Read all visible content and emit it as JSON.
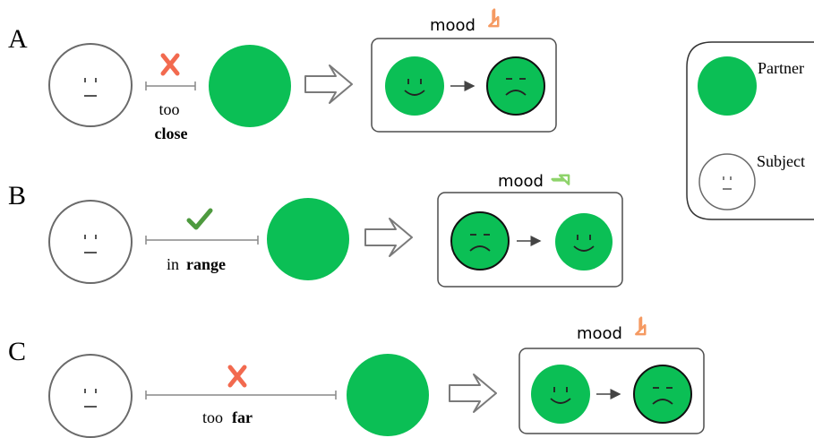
{
  "rows": [
    {
      "letter": "A",
      "caption_normal": "too",
      "caption_bold": "close",
      "mood_label": "mood",
      "mood_direction": "down",
      "distance_ok": false
    },
    {
      "letter": "B",
      "caption_normal": "in",
      "caption_bold": "range",
      "mood_label": "mood",
      "mood_direction": "up",
      "distance_ok": true
    },
    {
      "letter": "C",
      "caption_normal": "too",
      "caption_bold": "far",
      "mood_label": "mood",
      "mood_direction": "down",
      "distance_ok": false
    }
  ],
  "legend": {
    "partner_label": "Partner",
    "subject_label": "Subject"
  },
  "colors": {
    "partner_green": "#0bbf55",
    "cross_red": "#f26a4f",
    "check_green": "#4e9a3f",
    "mood_down_orange": "#f59a62",
    "mood_up_green": "#8ed36a"
  }
}
